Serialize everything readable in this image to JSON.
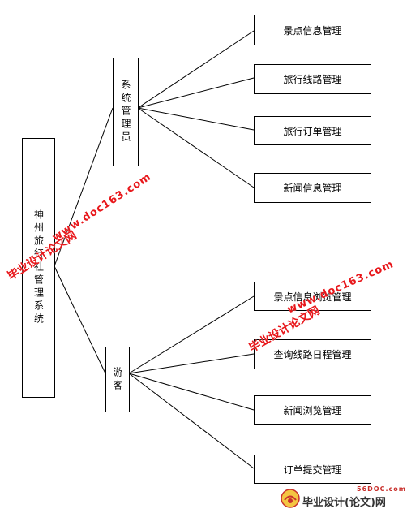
{
  "root": {
    "label": "神州旅行社管理系统"
  },
  "roles": [
    {
      "id": "admin",
      "label": "系统管理员"
    },
    {
      "id": "visitor",
      "label": "游客"
    }
  ],
  "admin_modules": [
    "景点信息管理",
    "旅行线路管理",
    "旅行订单管理",
    "新闻信息管理"
  ],
  "visitor_modules": [
    "景点信息浏览管理",
    "查询线路日程管理",
    "新闻浏览管理",
    "订单提交管理"
  ],
  "watermarks": [
    "www.doc163.com",
    "毕业设计论文网",
    "www.doc163.com",
    "毕业设计论文网"
  ],
  "footer": {
    "site": "56DOC.com",
    "name": "毕业设计(论文)网"
  }
}
